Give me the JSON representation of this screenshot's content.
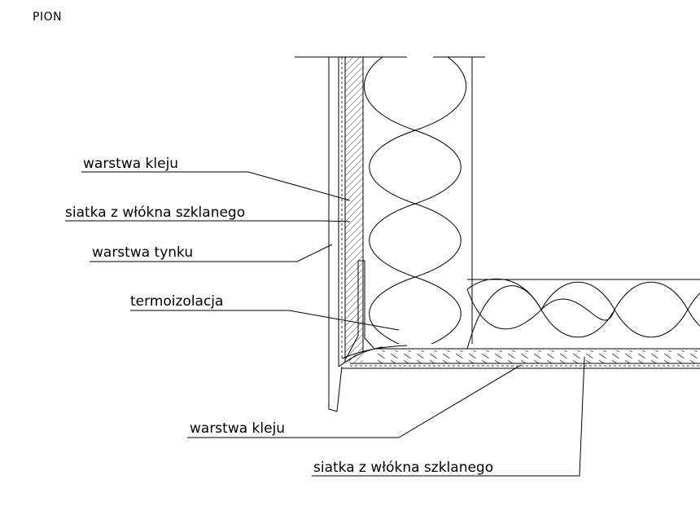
{
  "title": "PION",
  "labels": {
    "vertical": {
      "adhesive_layer": "warstwa kleju",
      "fiberglass_mesh": "siatka z włókna szklanego",
      "plaster_layer": "warstwa tynku",
      "thermal_insulation": "termoizolacja"
    },
    "horizontal": {
      "adhesive_layer": "warstwa kleju",
      "fiberglass_mesh": "siatka z włókna szklanego"
    }
  }
}
